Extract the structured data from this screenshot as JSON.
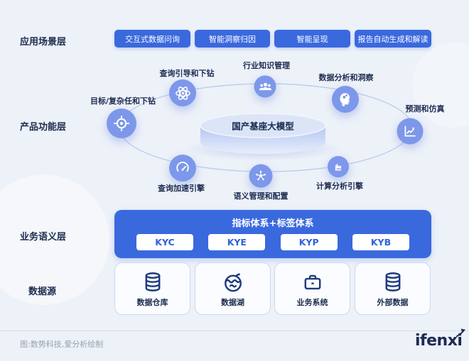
{
  "colors": {
    "background": "#edf1f8",
    "primary_blue": "#3a69de",
    "node_circle_blue": "#7d98ea",
    "navy_text": "#1c2b4e",
    "kyc_button_text": "#2e62dd",
    "card_border": "#c9d8f0",
    "datasource_icon_navy": "#1d3a7d",
    "footer_gray": "#99a1ae",
    "logo_navy": "#1b2b52"
  },
  "layers": {
    "application": {
      "label": "应用场景层",
      "buttons": [
        "交互式数据问询",
        "智能洞察归因",
        "智能呈现",
        "报告自动生成和解读"
      ]
    },
    "product": {
      "label": "产品功能层",
      "core": "国产基座大模型",
      "nodes": {
        "target": "目标/复杂任和下钻",
        "atom": "查询引导和下钻",
        "people": "行业知识管理",
        "head": "数据分析和洞察",
        "chart": "预测和仿真",
        "gauge": "查询加速引擎",
        "hub": "语义管理和配置",
        "factory": "计算分析引擎"
      }
    },
    "semantic": {
      "label": "业务语义层",
      "title": "指标体系+标签体系",
      "buttons": [
        "KYC",
        "KYE",
        "KYP",
        "KYB"
      ]
    },
    "datasource": {
      "label": "数据源",
      "cards": [
        "数据仓库",
        "数据湖",
        "业务系统",
        "外部数据"
      ]
    }
  },
  "footer": {
    "caption": "图:数势科技,爱分析绘制",
    "logo": "ifenxi"
  }
}
